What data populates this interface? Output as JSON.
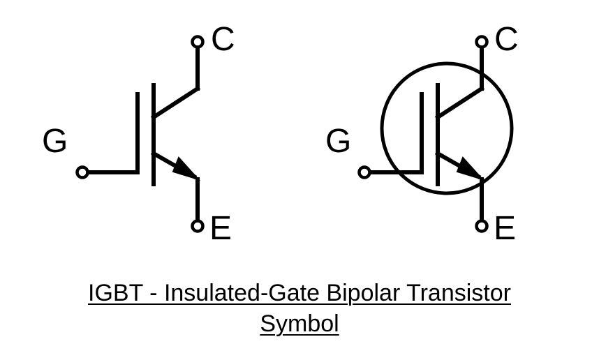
{
  "diagram": {
    "symbols": [
      {
        "variant": "plain",
        "labels": {
          "collector": "C",
          "gate": "G",
          "emitter": "E"
        }
      },
      {
        "variant": "circled",
        "labels": {
          "collector": "C",
          "gate": "G",
          "emitter": "E"
        }
      }
    ]
  },
  "caption": {
    "line1": "IGBT - Insulated-Gate Bipolar Transistor",
    "line2": "Symbol"
  },
  "colors": {
    "ink": "#000000",
    "background": "#ffffff"
  }
}
